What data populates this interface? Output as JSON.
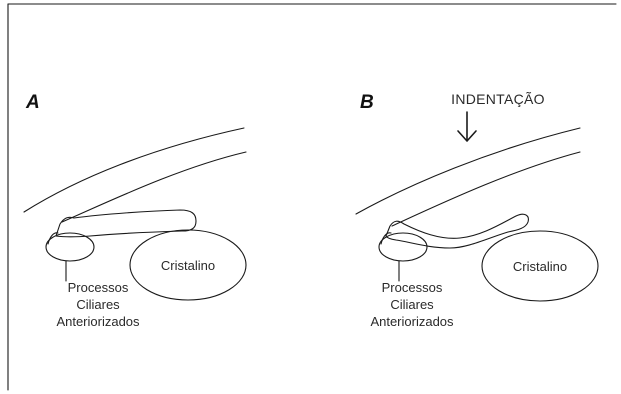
{
  "panels": [
    {
      "letter": "A",
      "lens_label": "Cristalino",
      "ciliary_label_lines": [
        "Processos",
        "Ciliares",
        "Anteriorizados"
      ]
    },
    {
      "letter": "B",
      "lens_label": "Cristalino",
      "ciliary_label_lines": [
        "Processos",
        "Ciliares",
        "Anteriorizados"
      ],
      "indentation_label": "INDENTAÇÃO"
    }
  ],
  "colors": {
    "line": "#1a1a1a",
    "text": "#2a2a2a",
    "background": "#ffffff"
  }
}
